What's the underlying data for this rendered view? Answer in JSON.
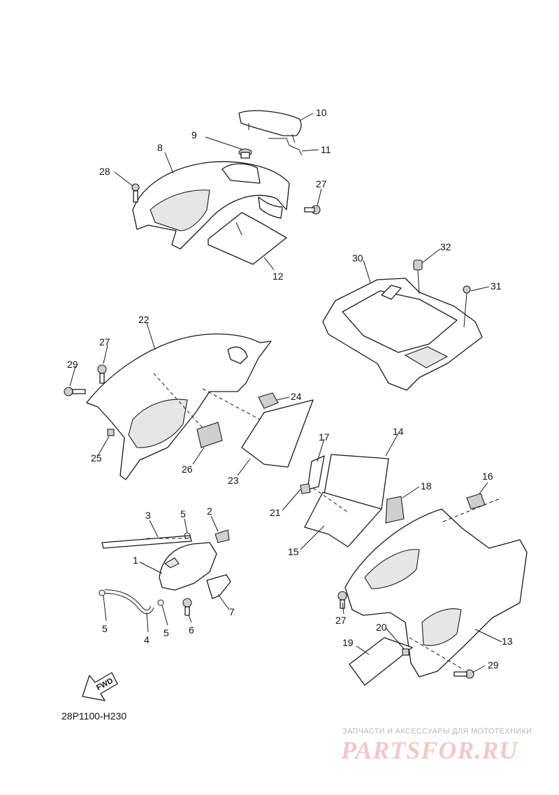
{
  "diagram": {
    "callouts": [
      "1",
      "2",
      "3",
      "4",
      "5",
      "6",
      "7",
      "8",
      "9",
      "10",
      "11",
      "12",
      "13",
      "14",
      "15",
      "16",
      "17",
      "18",
      "19",
      "20",
      "21",
      "22",
      "23",
      "24",
      "25",
      "26",
      "27",
      "28",
      "29",
      "30",
      "31",
      "32"
    ],
    "repeat_labels": {
      "5": "5",
      "27": "27",
      "29": "29"
    },
    "fwd_label": "FWD",
    "diagram_code": "28P1100-H230"
  },
  "watermark": {
    "tagline": "ЗАПЧАСТИ И АКСЕССУАРЫ ДЛЯ МОТОТЕХНИКИ",
    "brand": "PARTSFOR.RU",
    "brand_color": "#f3c8c8"
  },
  "icons": [
    "forward-arrow-icon"
  ]
}
